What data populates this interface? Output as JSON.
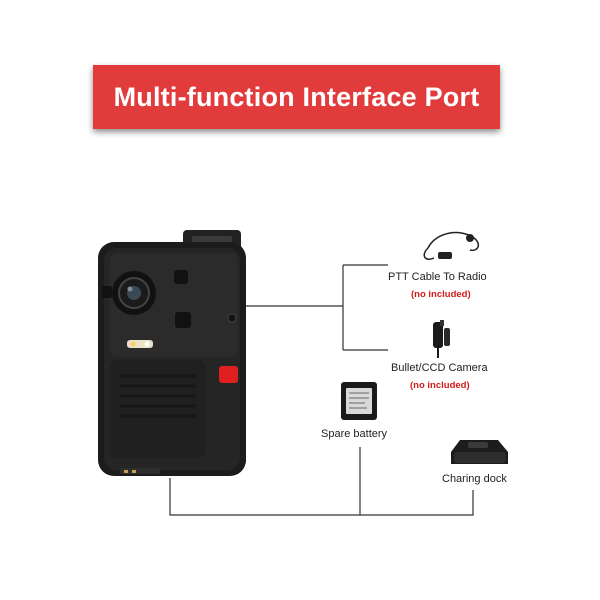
{
  "banner": {
    "title": "Multi-function Interface Port"
  },
  "accessories": [
    {
      "label": "PTT Cable To Radio",
      "note": "(no included)",
      "icon": "ptt-cable-icon"
    },
    {
      "label": "Bullet/CCD Camera",
      "note": "(no included)",
      "icon": "bullet-camera-icon"
    },
    {
      "label": "Spare battery",
      "icon": "battery-icon"
    },
    {
      "label": "Charing dock",
      "icon": "charging-dock-icon"
    }
  ],
  "colors": {
    "banner": "#e23b3b",
    "note": "#d31a1a",
    "line": "#333333",
    "device": "#1c1c1c",
    "record_button": "#e02020"
  }
}
